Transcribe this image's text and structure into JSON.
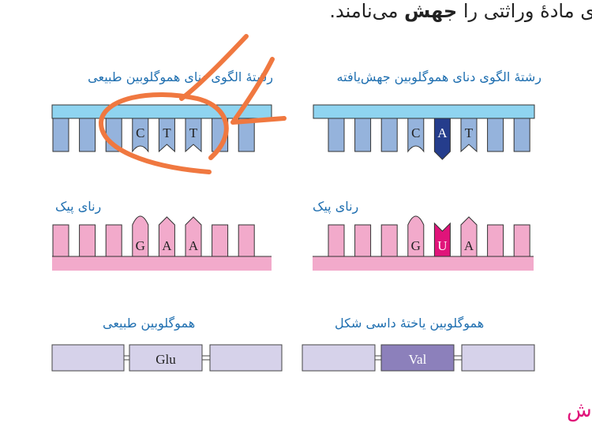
{
  "header": {
    "sentence_part1": "ی مادهٔ وراثتی را ",
    "sentence_bold": "جهش",
    "sentence_part2": " می‌نامند."
  },
  "left": {
    "dna_label": "رشتهٔ الگوی دنای هموگلوبین طبیعی",
    "dna_bases": [
      "C",
      "T",
      "T"
    ],
    "mrna_label": "رنای پیک",
    "mrna_bases": [
      "G",
      "A",
      "A"
    ],
    "protein_label": "هموگلوبین طبیعی",
    "amino_acid": "Glu"
  },
  "right": {
    "dna_label": "رشتهٔ الگوی دنای هموگلوبین جهش‌یافته",
    "dna_bases": [
      "C",
      "A",
      "T"
    ],
    "mrna_label": "رنای پیک",
    "mrna_bases": [
      "G",
      "U",
      "A"
    ],
    "protein_label": "هموگلوبین یاختهٔ داسی شکل",
    "amino_acid": "Val"
  },
  "footer": {
    "partial_heading": "ش"
  },
  "colors": {
    "dna_backbone": "#8fd4f0",
    "dna_base": "#95b3dc",
    "mutant_base": "#253d8c",
    "mrna": "#f2aacb",
    "mutant_rna": "#e0147a",
    "protein": "#d6d2ea",
    "val": "#8c80bb",
    "annotation": "#f07840"
  }
}
